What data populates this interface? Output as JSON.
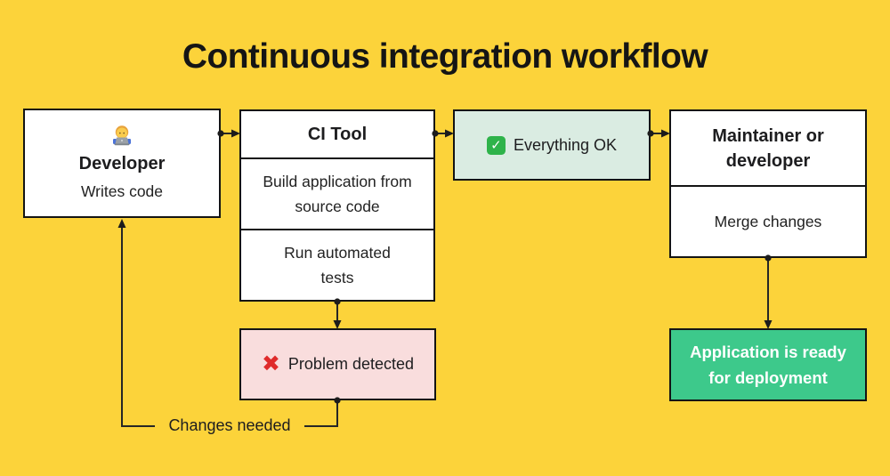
{
  "title": "Continuous integration workflow",
  "colors": {
    "background": "#FCD33A",
    "box_background": "#FFFFFF",
    "box_border": "#141414",
    "ok_box_background": "#DAECE2",
    "problem_box_background": "#F9DDDD",
    "deploy_box_background": "#3DC98B",
    "deploy_text": "#FFFFFF",
    "connector": "#262626",
    "check_icon_green": "#2EB34A",
    "cross_icon_red": "#DF2B2B"
  },
  "nodes": {
    "developer": {
      "icon": "technologist-emoji",
      "title": "Developer",
      "subtitle": "Writes code"
    },
    "ci_tool": {
      "title": "CI Tool",
      "steps": [
        "Build application from source code",
        "Run automated tests"
      ]
    },
    "everything_ok": {
      "icon": "check-mark-emoji",
      "label": "Everything OK"
    },
    "maintainer": {
      "title": "Maintainer or developer",
      "subtitle": "Merge changes"
    },
    "problem_detected": {
      "icon": "cross-mark-emoji",
      "cross_glyph": "✖",
      "check_glyph": "✓",
      "label": "Problem detected"
    },
    "deployment": {
      "label": "Application is ready for deployment"
    }
  },
  "edges": {
    "changes_needed_label": "Changes needed"
  }
}
